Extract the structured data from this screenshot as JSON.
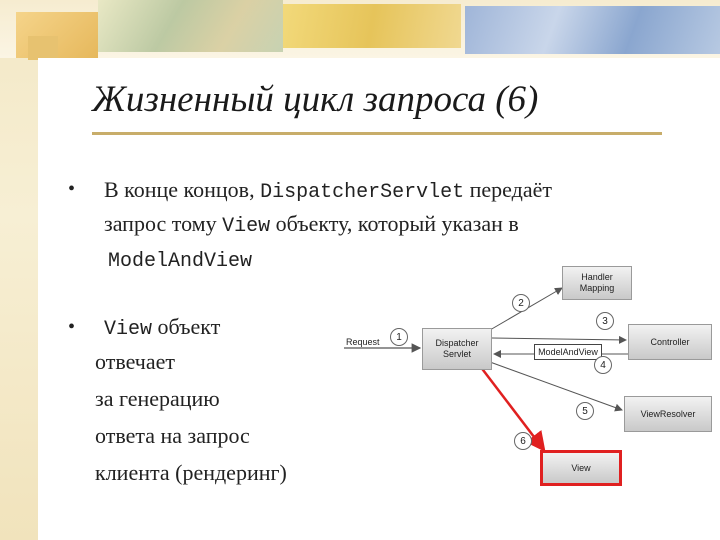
{
  "slide": {
    "title": "Жизненный цикл запроса (6)",
    "bullet1": {
      "marker": "•",
      "line1_pre": "В конце концов, ",
      "line1_code": "DispatcherServlet",
      "line1_post": " передаёт",
      "line2_pre": "запрос тому ",
      "line2_code": "View",
      "line2_post": " объекту, который указан в",
      "line3_code": "ModelAndView"
    },
    "bullet2": {
      "marker": "•",
      "line1_code": "View",
      "line1_post": " объект",
      "line2": "отвечает",
      "line3": "за генерацию",
      "line4": "ответа на запрос",
      "line5": "клиента (рендеринг)"
    }
  },
  "diagram": {
    "request_label": "Request",
    "dispatcher_label": "Dispatcher Servlet",
    "handler_mapping_label": "Handler Mapping",
    "controller_label": "Controller",
    "model_and_view_label": "ModelAndView",
    "view_resolver_label": "ViewResolver",
    "view_label": "View",
    "steps": [
      "1",
      "2",
      "3",
      "4",
      "5",
      "6"
    ],
    "highlight_color": "#e02020"
  }
}
